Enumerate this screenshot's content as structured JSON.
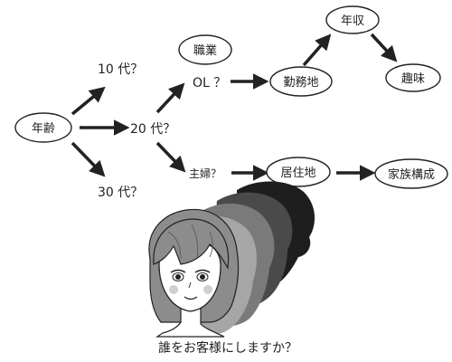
{
  "nodes": {
    "age": "年齢",
    "twenties": "20 代？",
    "thirties": "30 代？",
    "teens": "10 代？",
    "ol": "OL ？",
    "housewife": "主婦？",
    "job": "職業",
    "workplace": "勤務地",
    "income": "年収",
    "hobby": "趣味",
    "residence": "居住地",
    "family": "家族構成"
  },
  "caption": "誰をお客様にしますか？",
  "colors": {
    "ink": "#222222",
    "node_fill": "#ffffff",
    "hair_front": "#8c8c8c",
    "silhouette_1": "#a6a6a6",
    "silhouette_2": "#7a7a7a",
    "silhouette_3": "#4a4a4a",
    "silhouette_4": "#1e1e1e"
  }
}
